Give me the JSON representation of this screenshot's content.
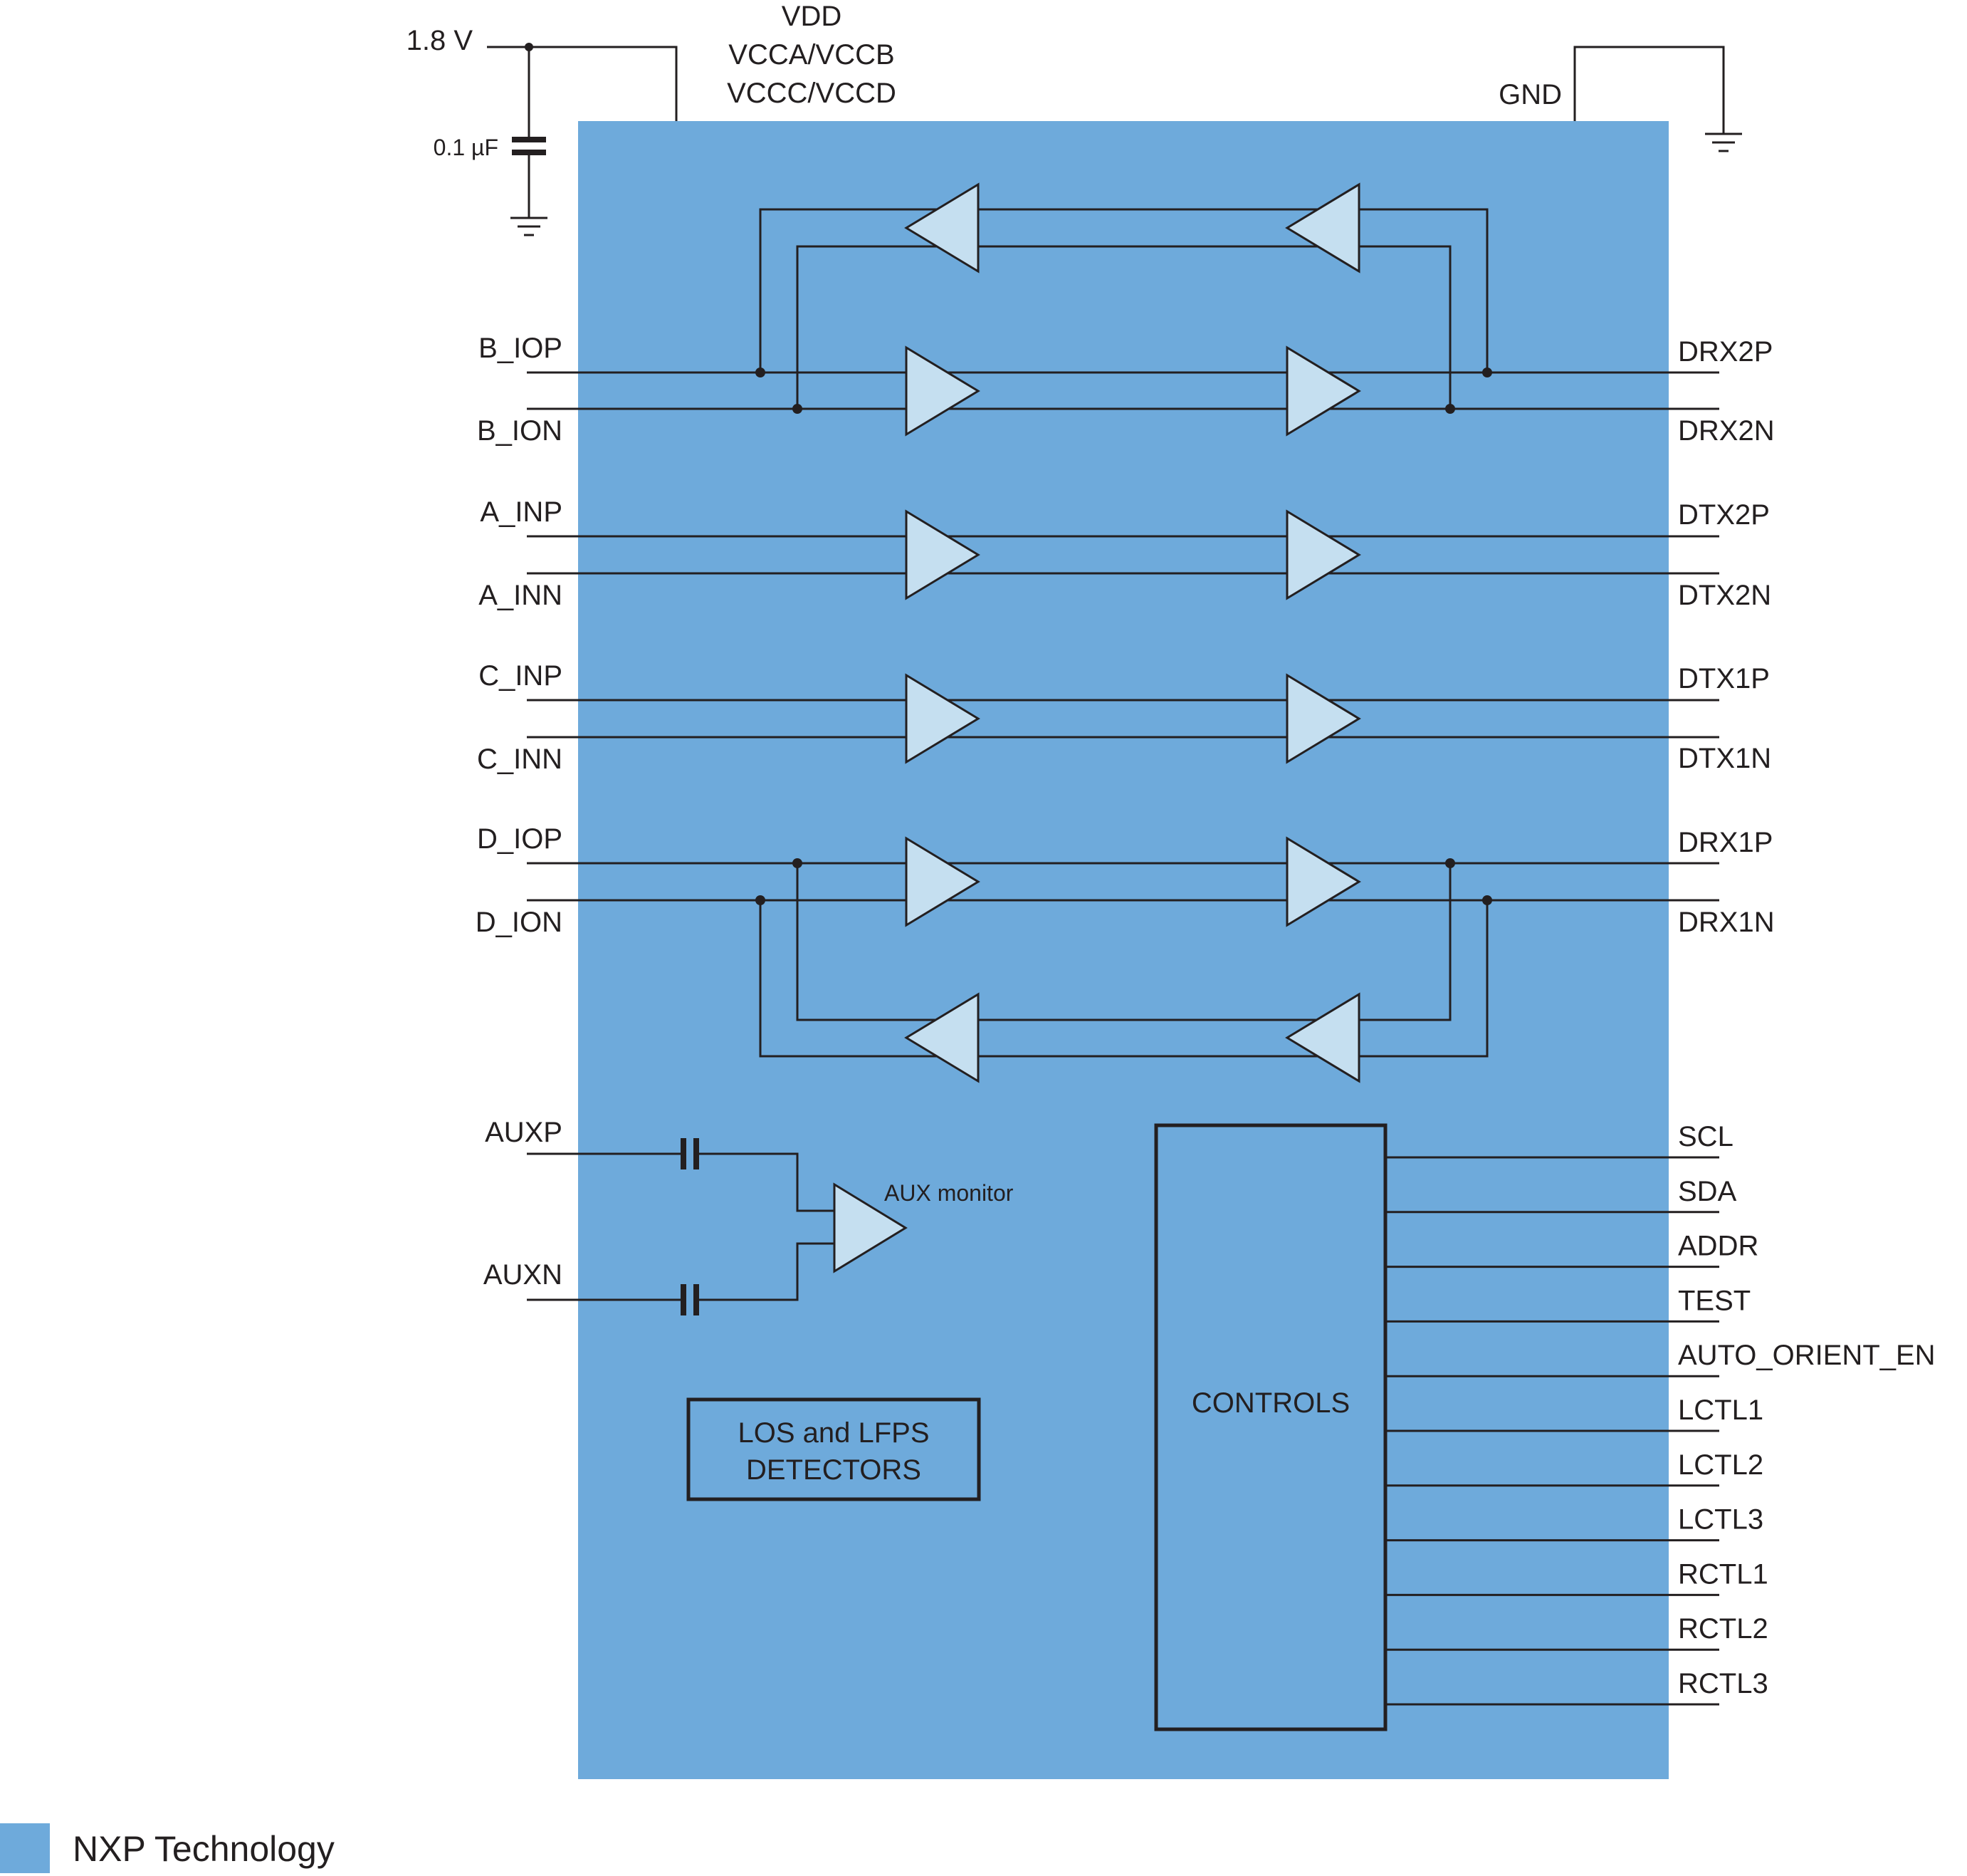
{
  "colors": {
    "chip_fill": "#6eaadb",
    "buffer_fill": "#c5dff0",
    "line": "#231f20",
    "legend_swatch": "#6eaadb"
  },
  "power": {
    "supply_voltage": "1.8 V",
    "decoupling_cap": "0.1 µF",
    "vdd_lines": [
      "VDD",
      "VCCA/VCCB",
      "VCCC/VCCD"
    ],
    "ground": "GND"
  },
  "left_pins": {
    "b_iop": "B_IOP",
    "b_ion": "B_ION",
    "a_inp": "A_INP",
    "a_inn": "A_INN",
    "c_inp": "C_INP",
    "c_inn": "C_INN",
    "d_iop": "D_IOP",
    "d_ion": "D_ION",
    "auxp": "AUXP",
    "auxn": "AUXN"
  },
  "right_pins": {
    "drx2p": "DRX2P",
    "drx2n": "DRX2N",
    "dtx2p": "DTX2P",
    "dtx2n": "DTX2N",
    "dtx1p": "DTX1P",
    "dtx1n": "DTX1N",
    "drx1p": "DRX1P",
    "drx1n": "DRX1N"
  },
  "aux_monitor_label": "AUX monitor",
  "detectors_box": [
    "LOS and LFPS",
    "DETECTORS"
  ],
  "controls": {
    "label": "CONTROLS",
    "pins": [
      "SCL",
      "SDA",
      "ADDR",
      "TEST",
      "AUTO_ORIENT_EN",
      "LCTL1",
      "LCTL2",
      "LCTL3",
      "RCTL1",
      "RCTL2",
      "RCTL3"
    ]
  },
  "legend": {
    "label": "NXP Technology"
  }
}
